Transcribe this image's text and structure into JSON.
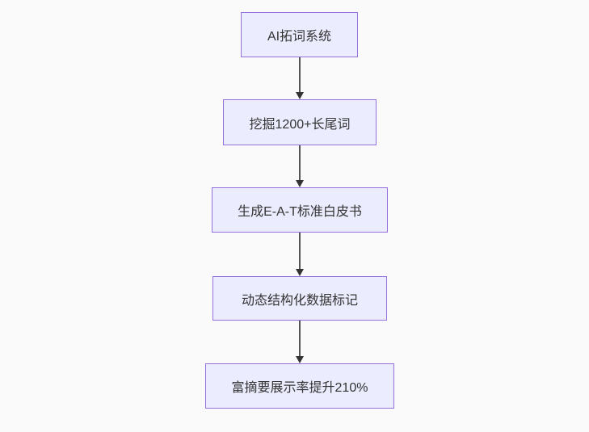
{
  "diagram": {
    "type": "flowchart",
    "direction": "top-down",
    "colors": {
      "background": "#fafafa",
      "node_fill": "#ECECFF",
      "node_border": "#9370DB",
      "node_text": "#333333",
      "edge_line": "#555555",
      "arrowhead": "#333333"
    },
    "nodes": [
      {
        "label": "AI拓词系统"
      },
      {
        "label": "挖掘1200+长尾词"
      },
      {
        "label": "生成E-A-T标准白皮书"
      },
      {
        "label": "动态结构化数据标记"
      },
      {
        "label": "富摘要展示率提升210%"
      }
    ],
    "edges": [
      {
        "from": 0,
        "to": 1
      },
      {
        "from": 1,
        "to": 2
      },
      {
        "from": 2,
        "to": 3
      },
      {
        "from": 3,
        "to": 4
      }
    ]
  }
}
